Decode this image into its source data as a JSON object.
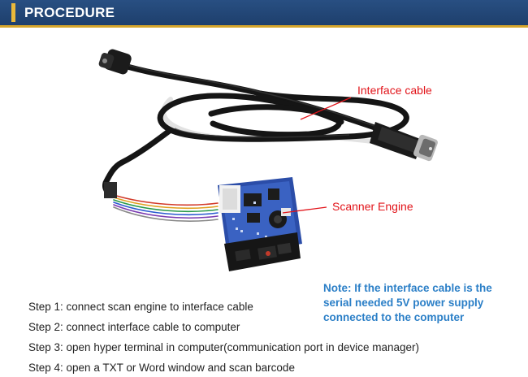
{
  "header": {
    "title": "PROCEDURE"
  },
  "labels": {
    "interface_cable": "Interface cable",
    "scanner_engine": "Scanner Engine"
  },
  "note": {
    "line1": "Note: If the interface cable is the",
    "line2": "serial needed 5V power supply",
    "line3": "connected to the computer"
  },
  "steps": [
    "Step 1: connect scan engine to interface cable",
    "Step 2: connect interface cable to computer",
    "Step 3: open hyper terminal in computer(communication port in device manager)",
    "Step 4: open a TXT or Word window and scan barcode"
  ],
  "colors": {
    "header_bg": "#1e3f6c",
    "accent": "#e9b83a",
    "label_red": "#e2141a",
    "note_blue": "#2b7fc7"
  }
}
